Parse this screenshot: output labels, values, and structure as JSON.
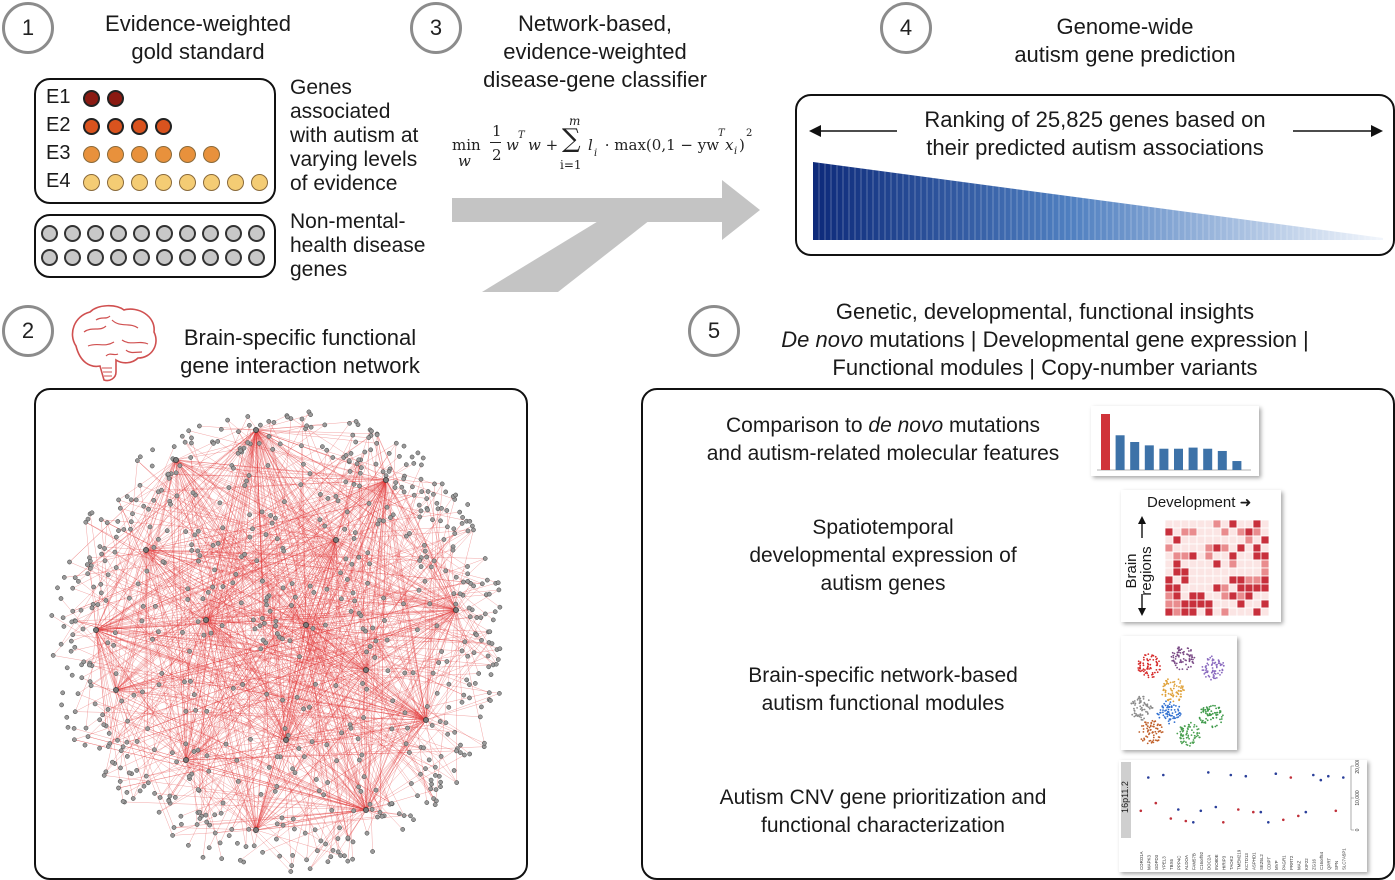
{
  "steps": [
    {
      "number": "1",
      "title_lines": [
        "Evidence-weighted",
        "gold standard"
      ]
    },
    {
      "number": "2",
      "title_lines": [
        "Brain-specific functional",
        "gene interaction network"
      ]
    },
    {
      "number": "3",
      "title_lines": [
        "Network-based,",
        "evidence-weighted",
        "disease-gene classifier"
      ]
    },
    {
      "number": "4",
      "title_lines": [
        "Genome-wide",
        "autism gene prediction"
      ]
    },
    {
      "number": "5",
      "title_lines": [
        "Genetic, developmental, functional insights"
      ]
    }
  ],
  "evidence": {
    "levels": [
      {
        "label": "E1",
        "count": 2,
        "color": "#8b1a12"
      },
      {
        "label": "E2",
        "count": 4,
        "color": "#d9531e"
      },
      {
        "label": "E3",
        "count": 6,
        "color": "#e8913c"
      },
      {
        "label": "E4",
        "count": 8,
        "color": "#f4cc74"
      }
    ],
    "autism_genes_text": [
      "Genes",
      "associated",
      "with autism at",
      "varying levels",
      "of evidence"
    ],
    "non_mental_text": [
      "Non-mental-",
      "health disease",
      "genes"
    ],
    "non_mental_dot_color": "#c8c8c8",
    "non_mental_rows": 2,
    "non_mental_per_row": 10
  },
  "classifier": {
    "formula": {
      "min": "min",
      "w": "w",
      "half_num": "1",
      "half_den": "2",
      "wtw": "w",
      "wtw_sup": "T",
      "wtw_tail": "w +",
      "sum_top": "m",
      "sum_sym": "∑",
      "sum_bottom": "i=1",
      "term": "l",
      "term_sub": "i",
      "max_part": " · max(0,1 − yw",
      "max_sup": "T",
      "x": "x",
      "x_sub": "i",
      "close": ")",
      "square": "2"
    }
  },
  "ranking": {
    "text_lines": [
      "Ranking of 25,825 genes based on",
      "their predicted autism associations"
    ],
    "gradient_start": "#0d2a7a",
    "gradient_end": "#f2f6fc"
  },
  "insights": {
    "subtitle_line1_italic": "De novo",
    "subtitle_line1_rest": " mutations | Developmental gene expression |",
    "subtitle_line2": "Functional modules | Copy-number variants",
    "items": [
      {
        "pre": "Comparison to ",
        "italic": "de novo",
        "post": " mutations",
        "line2": "and autism-related molecular features"
      },
      {
        "lines": [
          "Spatiotemporal",
          "developmental expression of",
          "autism genes"
        ]
      },
      {
        "lines": [
          "Brain-specific network-based",
          "autism functional modules"
        ]
      },
      {
        "lines": [
          "Autism CNV gene prioritization and",
          "functional characterization"
        ]
      }
    ]
  },
  "thumb_bar": {
    "values": [
      1.0,
      0.62,
      0.5,
      0.44,
      0.38,
      0.38,
      0.4,
      0.38,
      0.34,
      0.16
    ],
    "highlight_color": "#d0343a",
    "bar_color": "#3d72a8"
  },
  "thumb_heatmap": {
    "x_label": "Development",
    "y_label_lines": [
      "Brain",
      "regions"
    ],
    "strong_color": "#c8303c",
    "mid_color": "#e98c8e",
    "light_color": "#fbe5e4"
  },
  "thumb_cnv": {
    "region_label": "16p11.2",
    "y_ticks": [
      "0",
      "10,000",
      "20,000"
    ],
    "genes": [
      "CORO1A",
      "MAPK3",
      "GDPD3",
      "YPEL3",
      "TBX6",
      "PPP4C",
      "ALDOA",
      "FAM57B",
      "C16orf92",
      "DOC2A",
      "INO80E",
      "HIRIP3",
      "TAOK2",
      "TMEM219",
      "KCTD13",
      "ASPHD1",
      "SEZ6L2",
      "CDIPT",
      "MVP",
      "PAGR1",
      "PRRT2",
      "MAZ",
      "KIF22",
      "ZG16",
      "C16orf54",
      "QPRT",
      "SPN",
      "SLC7A5P1"
    ],
    "values": [
      0.3,
      0.82,
      0.42,
      0.86,
      0.18,
      0.32,
      0.14,
      0.12,
      0.3,
      0.9,
      0.36,
      0.12,
      0.86,
      0.32,
      0.84,
      0.28,
      0.28,
      0.12,
      0.88,
      0.16,
      0.82,
      0.22,
      0.28,
      0.86,
      0.78,
      0.84,
      0.3,
      0.82
    ],
    "red_indices": [
      0,
      2,
      4,
      6,
      11,
      13,
      15,
      19,
      20,
      21,
      26
    ],
    "red_color": "#c0303a",
    "blue_color": "#2a3f9a"
  }
}
